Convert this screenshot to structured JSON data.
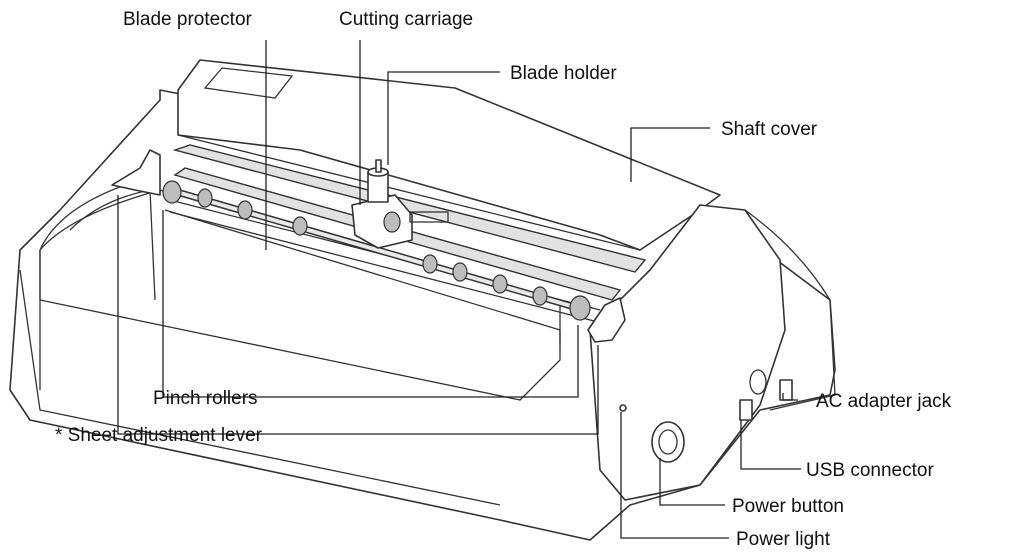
{
  "labels": {
    "blade_protector": "Blade protector",
    "cutting_carriage": "Cutting carriage",
    "blade_holder": "Blade holder",
    "shaft_cover": "Shaft cover",
    "pinch_rollers": "Pinch rollers",
    "sheet_adjustment_lever": "* Sheet adjustment lever",
    "ac_adapter_jack": "AC adapter jack",
    "usb_connector": "USB connector",
    "power_button": "Power button",
    "power_light": "Power light"
  }
}
